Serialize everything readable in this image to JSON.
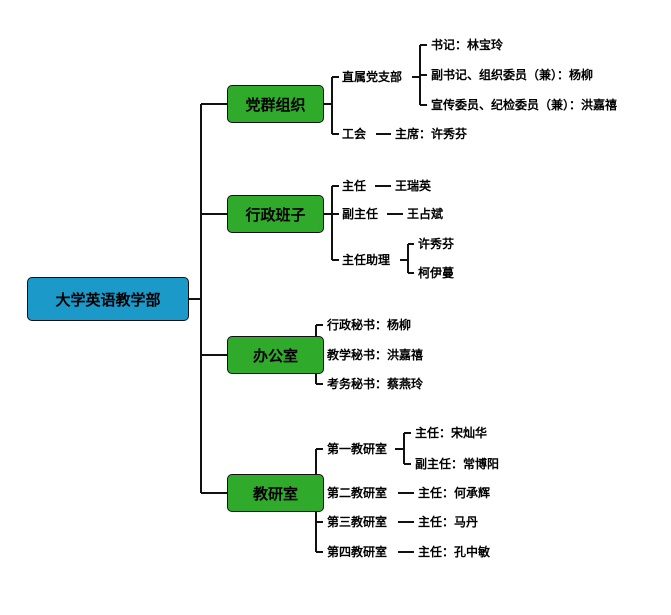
{
  "root": {
    "label": "大学英语教学部"
  },
  "depts": [
    {
      "label": "党群组织",
      "children": [
        {
          "label": "直属党支部",
          "children": [
            "书记：林宝玲",
            "副书记、组织委员（兼）：杨柳",
            "宣传委员、纪检委员（兼）：洪嘉禧"
          ]
        },
        {
          "label": "工会",
          "value": "主席：许秀芬"
        }
      ]
    },
    {
      "label": "行政班子",
      "children": [
        {
          "label": "主任",
          "value": "王瑞英"
        },
        {
          "label": "副主任",
          "value": "王占斌"
        },
        {
          "label": "主任助理",
          "children": [
            "许秀芬",
            "柯伊蔓"
          ]
        }
      ]
    },
    {
      "label": "办公室",
      "children": [
        {
          "label": "行政秘书：杨柳"
        },
        {
          "label": "教学秘书：洪嘉禧"
        },
        {
          "label": "考务秘书：蔡燕玲"
        }
      ]
    },
    {
      "label": "教研室",
      "children": [
        {
          "label": "第一教研室",
          "children": [
            "主任：宋灿华",
            "副主任：常博阳"
          ]
        },
        {
          "label": "第二教研室",
          "value": "主任：何承辉"
        },
        {
          "label": "第三教研室",
          "value": "主任：马丹"
        },
        {
          "label": "第四教研室",
          "value": "主任：孔中敏"
        }
      ]
    }
  ]
}
